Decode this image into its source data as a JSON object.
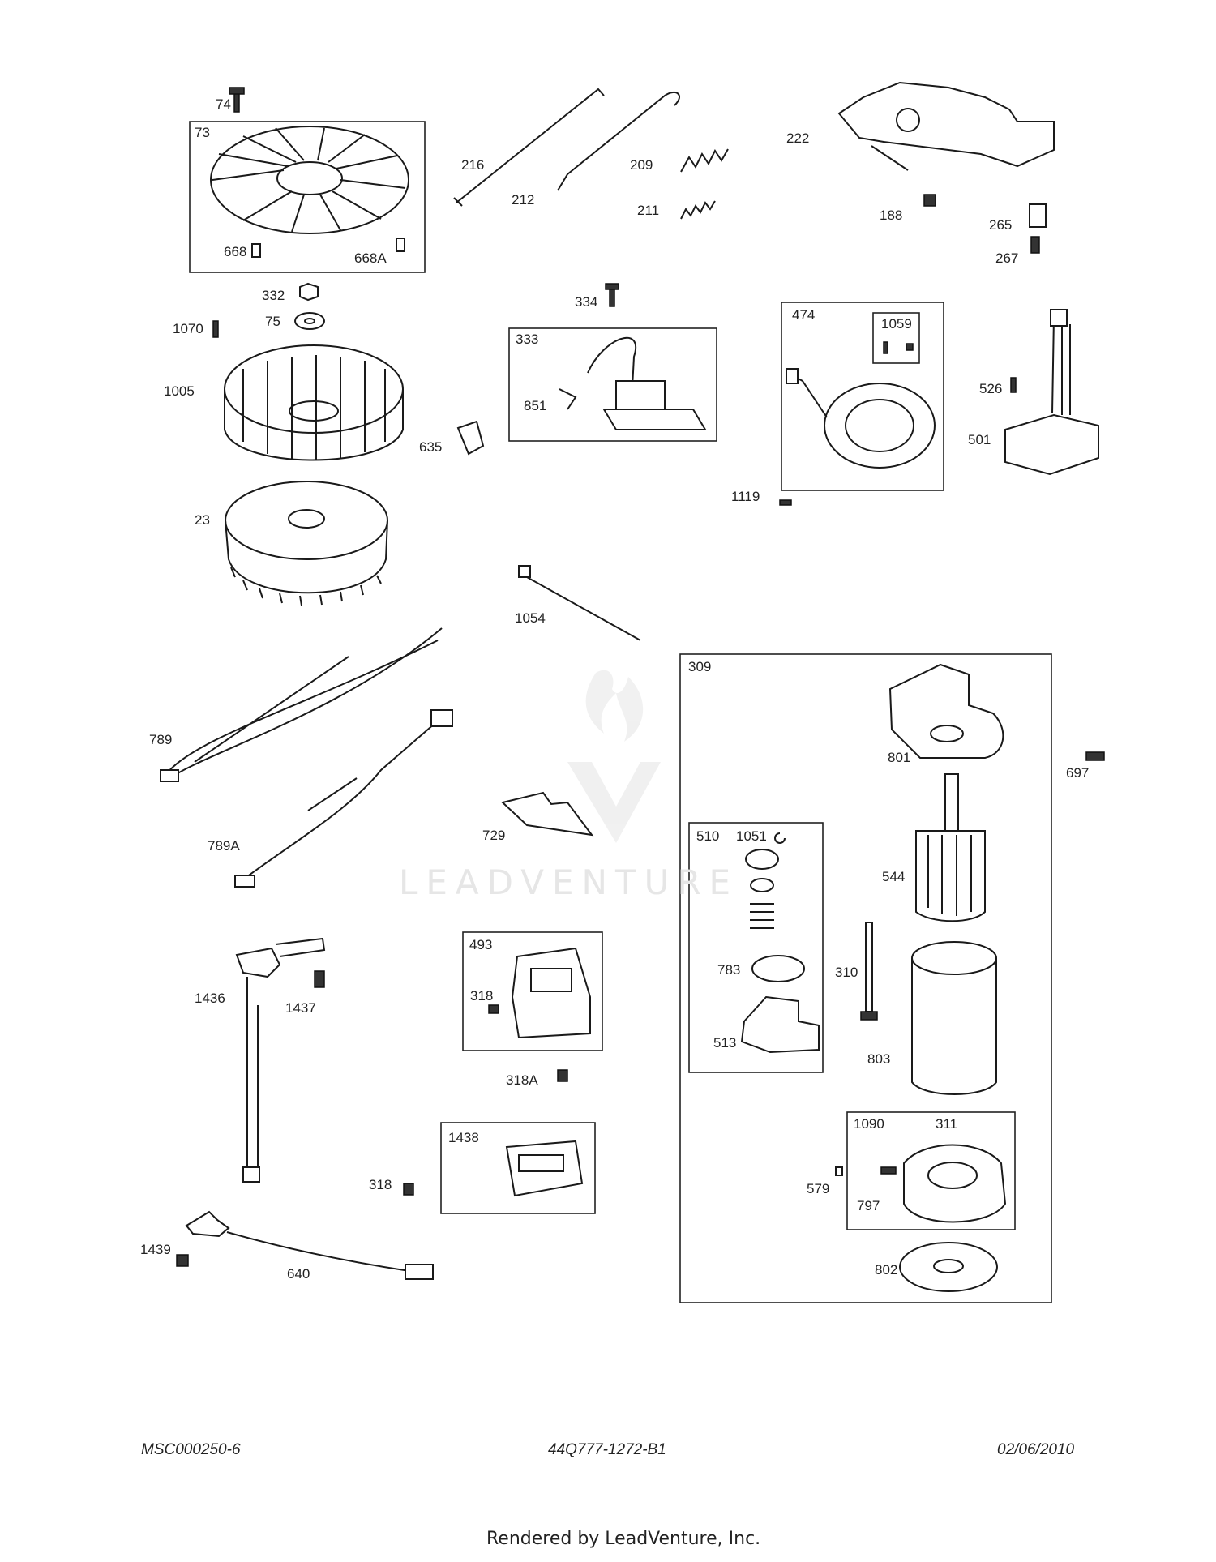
{
  "labels": {
    "p74": "74",
    "p73": "73",
    "p668": "668",
    "p668A": "668A",
    "p216": "216",
    "p212": "212",
    "p209": "209",
    "p211": "211",
    "p222": "222",
    "p188": "188",
    "p265": "265",
    "p267": "267",
    "p332": "332",
    "p75": "75",
    "p1070": "1070",
    "p1005": "1005",
    "p334": "334",
    "p333": "333",
    "p851": "851",
    "p635": "635",
    "p474": "474",
    "p1059": "1059",
    "p1119": "1119",
    "p526": "526",
    "p501": "501",
    "p23": "23",
    "p1054": "1054",
    "p789": "789",
    "p789A": "789A",
    "p729": "729",
    "p309": "309",
    "p801": "801",
    "p697": "697",
    "p510": "510",
    "p1051": "1051",
    "p544": "544",
    "p783": "783",
    "p310": "310",
    "p513": "513",
    "p803": "803",
    "p493": "493",
    "p318a": "318",
    "p318A": "318A",
    "p1436": "1436",
    "p1437": "1437",
    "p1438": "1438",
    "p318b": "318",
    "p1090": "1090",
    "p311": "311",
    "p579": "579",
    "p797": "797",
    "p802": "802",
    "p1439": "1439",
    "p640": "640"
  },
  "footer": {
    "left": "MSC000250-6",
    "center": "44Q777-1272-B1",
    "right": "02/06/2010",
    "credit": "Rendered by LeadVenture, Inc."
  },
  "watermark": "LEADVENTURE"
}
